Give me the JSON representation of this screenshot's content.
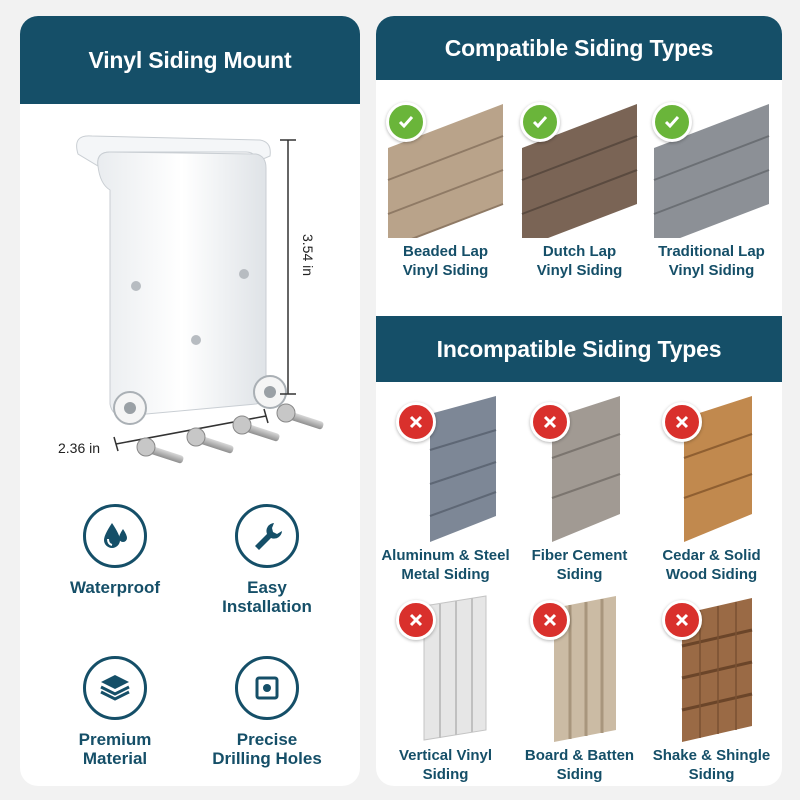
{
  "left_panel": {
    "title": "Vinyl Siding Mount",
    "dimensions": {
      "height": "3.54 in",
      "width": "2.36 in"
    },
    "features": [
      {
        "label": "Waterproof",
        "icon": "water-drops-icon"
      },
      {
        "label": "Easy\nInstallation",
        "icon": "wrench-icon"
      },
      {
        "label": "Premium\nMaterial",
        "icon": "layers-icon"
      },
      {
        "label": "Precise\nDrilling Holes",
        "icon": "drill-hole-icon"
      }
    ]
  },
  "compatible": {
    "title": "Compatible Siding Types",
    "items": [
      {
        "label": "Beaded Lap\nVinyl Siding",
        "color": "#b9a38a"
      },
      {
        "label": "Dutch Lap\nVinyl Siding",
        "color": "#7a6455"
      },
      {
        "label": "Traditional Lap\nVinyl Siding",
        "color": "#8c9096"
      }
    ]
  },
  "incompatible": {
    "title": "Incompatible Siding Types",
    "items": [
      {
        "label": "Aluminum & Steel\nMetal Siding",
        "color": "#7d8796"
      },
      {
        "label": "Fiber Cement\nSiding",
        "color": "#a19a93"
      },
      {
        "label": "Cedar & Solid\nWood Siding",
        "color": "#c1894e"
      },
      {
        "label": "Vertical Vinyl\nSiding",
        "color": "#e6e6e6"
      },
      {
        "label": "Board & Batten\nSiding",
        "color": "#cbbba4"
      },
      {
        "label": "Shake & Shingle\nSiding",
        "color": "#9a6a45"
      }
    ]
  }
}
